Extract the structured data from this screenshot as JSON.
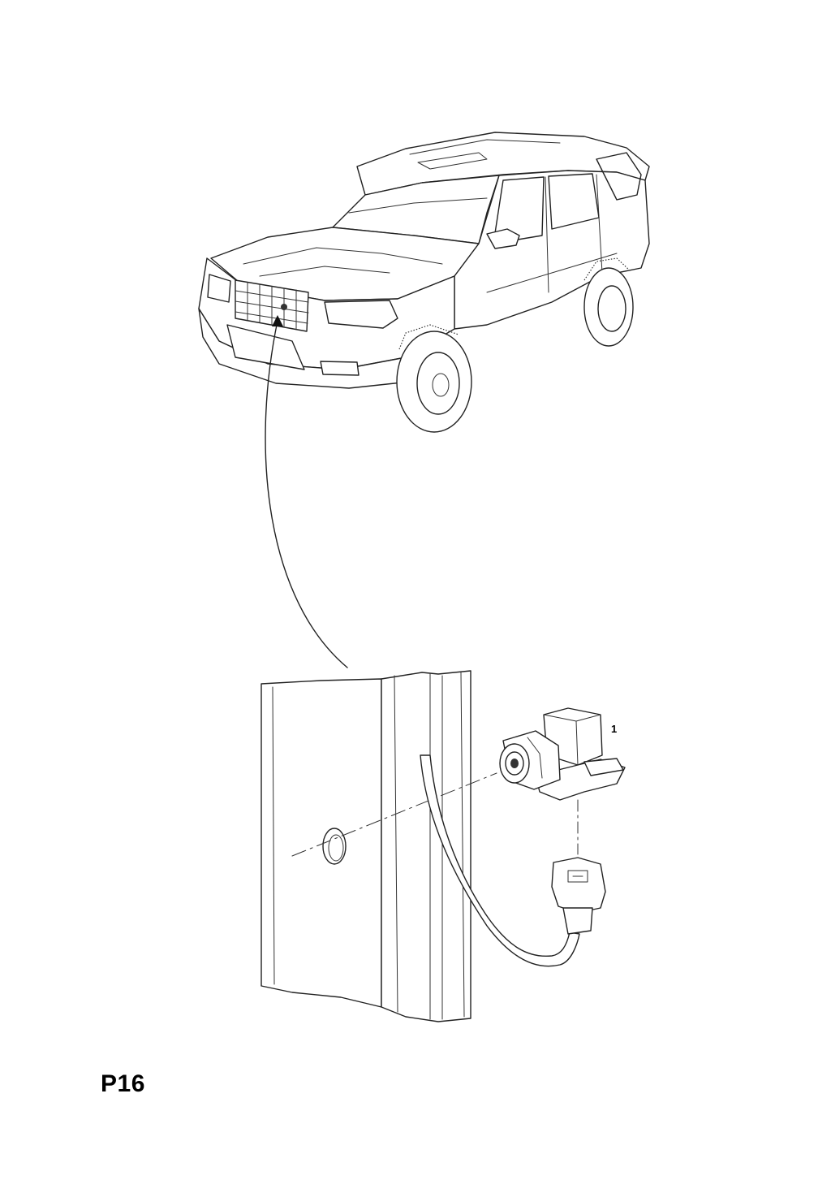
{
  "diagram": {
    "page_code": "P16",
    "callouts": [
      {
        "id": "1",
        "text": "1"
      }
    ]
  }
}
